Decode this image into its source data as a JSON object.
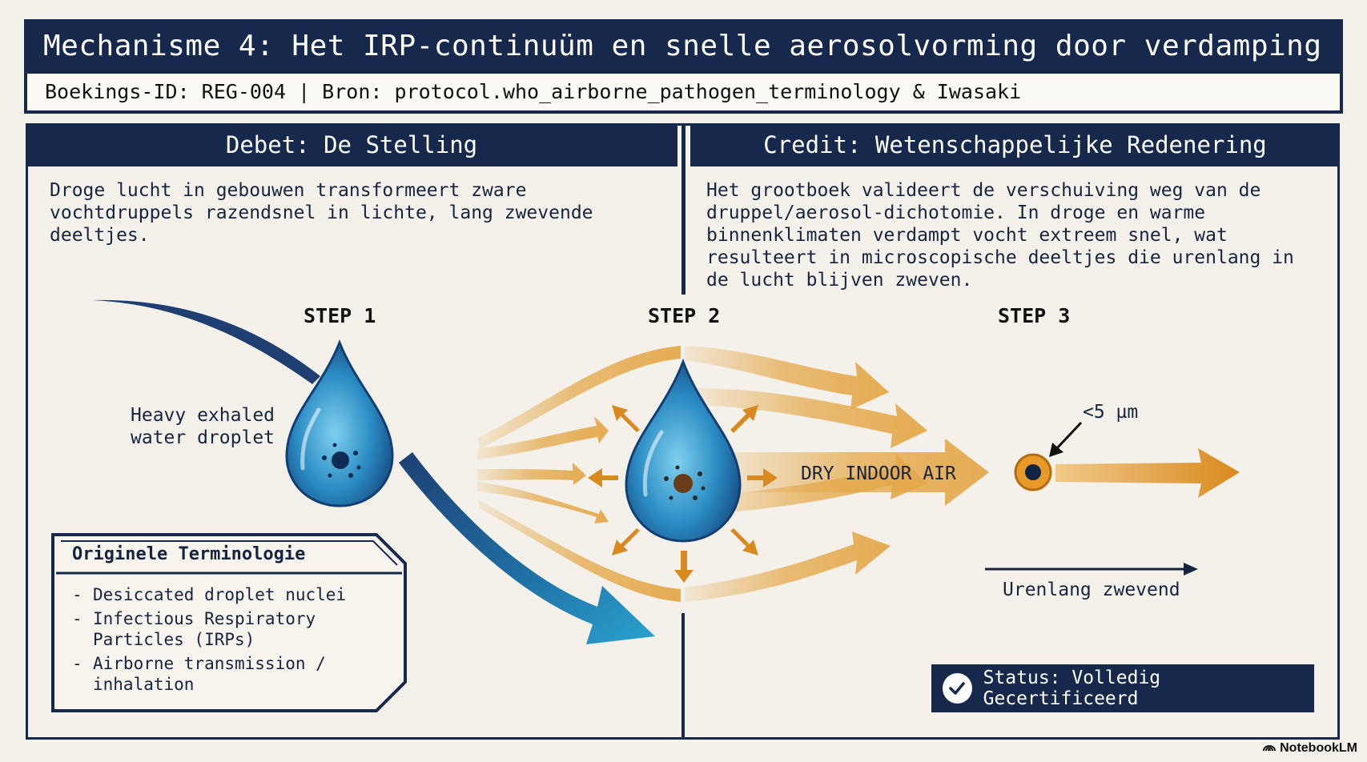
{
  "header": {
    "title": "Mechanisme 4: Het IRP-continuüm en snelle aerosolvorming door verdamping",
    "booking": "Boekings-ID: REG-004 | Bron: protocol.who_airborne_pathogen_terminology & Iwasaki"
  },
  "debit": {
    "heading": "Debet: De Stelling",
    "text": "Droge lucht in gebouwen transformeert zware\nvochtdruppels razendsnel in lichte, lang zwevende\ndeeltjes."
  },
  "credit": {
    "heading": "Credit: Wetenschappelijke Redenering",
    "text": "Het grootboek valideert de verschuiving weg van de\ndruppel/aerosol-dichotomie. In droge en warme\nbinnenklimaten verdampt vocht extreem snel, wat\nresulteert in microscopische deeltjes die urenlang in\nde lucht blijven zweven."
  },
  "diagram": {
    "step1": "STEP 1",
    "step2": "STEP 2",
    "step3": "STEP 3",
    "droplet_label_line1": "Heavy exhaled",
    "droplet_label_line2": "water droplet",
    "air_label": "DRY INDOOR AIR",
    "size_label": "<5 µm",
    "float_label": "Urenlang zwevend",
    "colors": {
      "navy": "#16294d",
      "droplet_blue": "#2a8bc2",
      "flow_orange": "#e4a84a",
      "particle_orange": "#d98a1e"
    }
  },
  "terminology": {
    "title": "Originele Terminologie",
    "items": [
      "Desiccated droplet nuclei",
      "Infectious Respiratory Particles (IRPs)",
      "Airborne transmission / inhalation"
    ]
  },
  "status": {
    "label": "Status: Volledig Gecertificeerd",
    "icon": "checkmark-icon"
  },
  "brand": "NotebookLM"
}
